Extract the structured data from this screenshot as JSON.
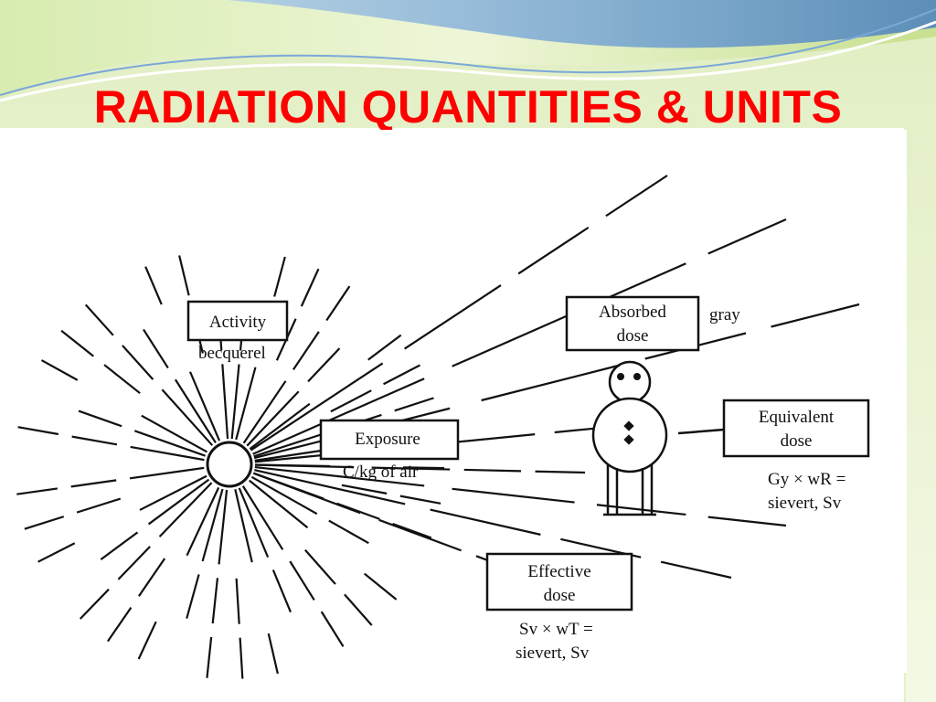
{
  "slide": {
    "title": "RADIATION QUANTITIES & UNITS"
  },
  "diagram": {
    "boxes": {
      "activity": {
        "lines": [
          "Activity"
        ],
        "unit_lines": [
          "becquerel"
        ]
      },
      "exposure": {
        "lines": [
          "Exposure"
        ],
        "unit_lines": [
          "C/kg of air"
        ]
      },
      "absorbed_dose": {
        "lines": [
          "Absorbed",
          "dose"
        ],
        "unit_lines": [
          "gray"
        ]
      },
      "equivalent_dose": {
        "lines": [
          "Equivalent",
          "dose"
        ],
        "unit_lines": [
          "Gy × wR =",
          "sievert, Sv"
        ]
      },
      "effective_dose": {
        "lines": [
          "Effective",
          "dose"
        ],
        "unit_lines": [
          "Sv × wT =",
          "sievert, Sv"
        ]
      }
    }
  },
  "colors": {
    "title": "#ff0000",
    "ink": "#111111",
    "wave_green": "#b8d878",
    "wave_blue": "#5a8fc8"
  }
}
